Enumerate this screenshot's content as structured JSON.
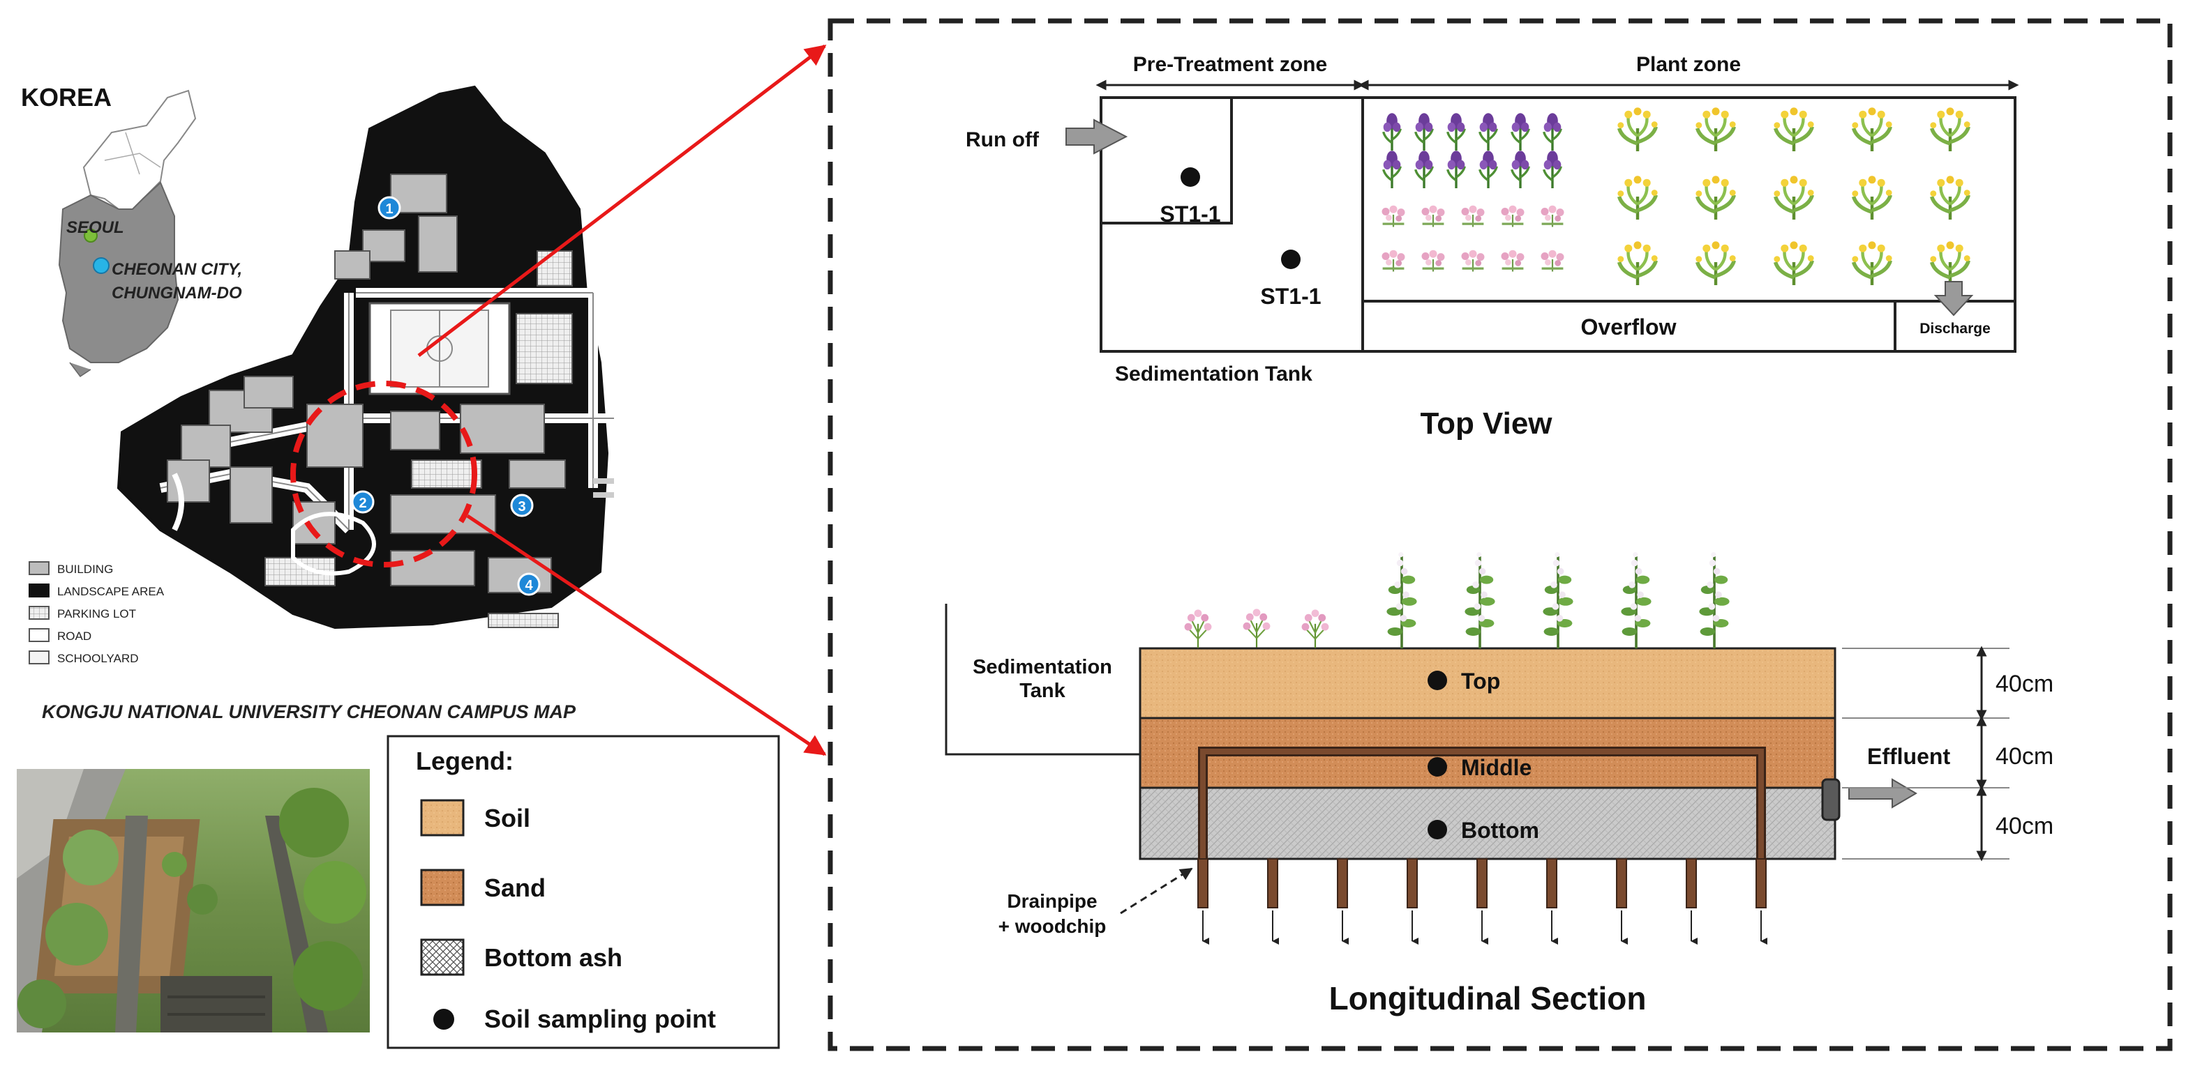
{
  "map": {
    "country": "KOREA",
    "city_seoul": "SEOUL",
    "city_cheonan_line1": "CHEONAN CITY,",
    "city_cheonan_line2": "CHUNGNAM-DO",
    "caption": "KONGJU NATIONAL UNIVERSITY CHEONAN CAMPUS MAP",
    "markers": [
      "1",
      "2",
      "3",
      "4"
    ],
    "legend": {
      "building": "BUILDING",
      "landscape": "LANDSCAPE AREA",
      "parking": "PARKING LOT",
      "road": "ROAD",
      "schoolyard": "SCHOOLYARD"
    }
  },
  "legend": {
    "title": "Legend:",
    "soil": "Soil",
    "sand": "Sand",
    "bottom_ash": "Bottom ash",
    "sampling": "Soil sampling point"
  },
  "top_view": {
    "pretreatment_label": "Pre-Treatment zone",
    "plant_zone_label": "Plant zone",
    "runoff_label": "Run off",
    "st_label_1": "ST1-1",
    "st_label_2": "ST1-1",
    "overflow_label": "Overflow",
    "discharge_label": "Discharge",
    "sedimentation_label": "Sedimentation Tank",
    "title": "Top View"
  },
  "section": {
    "sedimentation_line1": "Sedimentation",
    "sedimentation_line2": "Tank",
    "top_label": "Top",
    "middle_label": "Middle",
    "bottom_label": "Bottom",
    "effluent_label": "Effluent",
    "dim_top": "40cm",
    "dim_mid": "40cm",
    "dim_bot": "40cm",
    "drain_line1": "Drainpipe",
    "drain_line2": "+ woodchip",
    "title": "Longitudinal Section"
  },
  "colors": {
    "soil": "#E8B77D",
    "sand": "#D28D58",
    "bottom_ash": "#C9C9C9",
    "arrow_red": "#E81919",
    "marker_blue": "#1E88D8",
    "seoul_green": "#7DBF3A"
  }
}
